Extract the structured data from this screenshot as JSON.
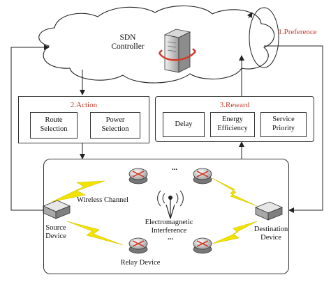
{
  "controller": {
    "line1": "SDN",
    "line2": "Controller"
  },
  "preference": {
    "label": "1.Preference"
  },
  "action": {
    "title": "2.Action",
    "items": [
      {
        "line1": "Route",
        "line2": "Selection"
      },
      {
        "line1": "Power",
        "line2": "Selection"
      }
    ]
  },
  "reward": {
    "title": "3.Reward",
    "items": [
      {
        "line1": "Delay",
        "line2": ""
      },
      {
        "line1": "Energy",
        "line2": "Efficiency"
      },
      {
        "line1": "Service",
        "line2": "Priority"
      }
    ]
  },
  "network": {
    "wireless_channel": "Wireless Channel",
    "interference_line1": "Electromagnetic",
    "interference_line2": "Interference",
    "source_line1": "Source",
    "source_line2": "Device",
    "destination_line1": "Destination",
    "destination_line2": "Device",
    "relay": "Relay Device",
    "ellipsis_top": "...",
    "ellipsis_bottom": "..."
  },
  "colors": {
    "step_label": "#c0392b",
    "lightning": "#f2e200",
    "router_arrow": "#d33b2a",
    "line": "#222222"
  }
}
